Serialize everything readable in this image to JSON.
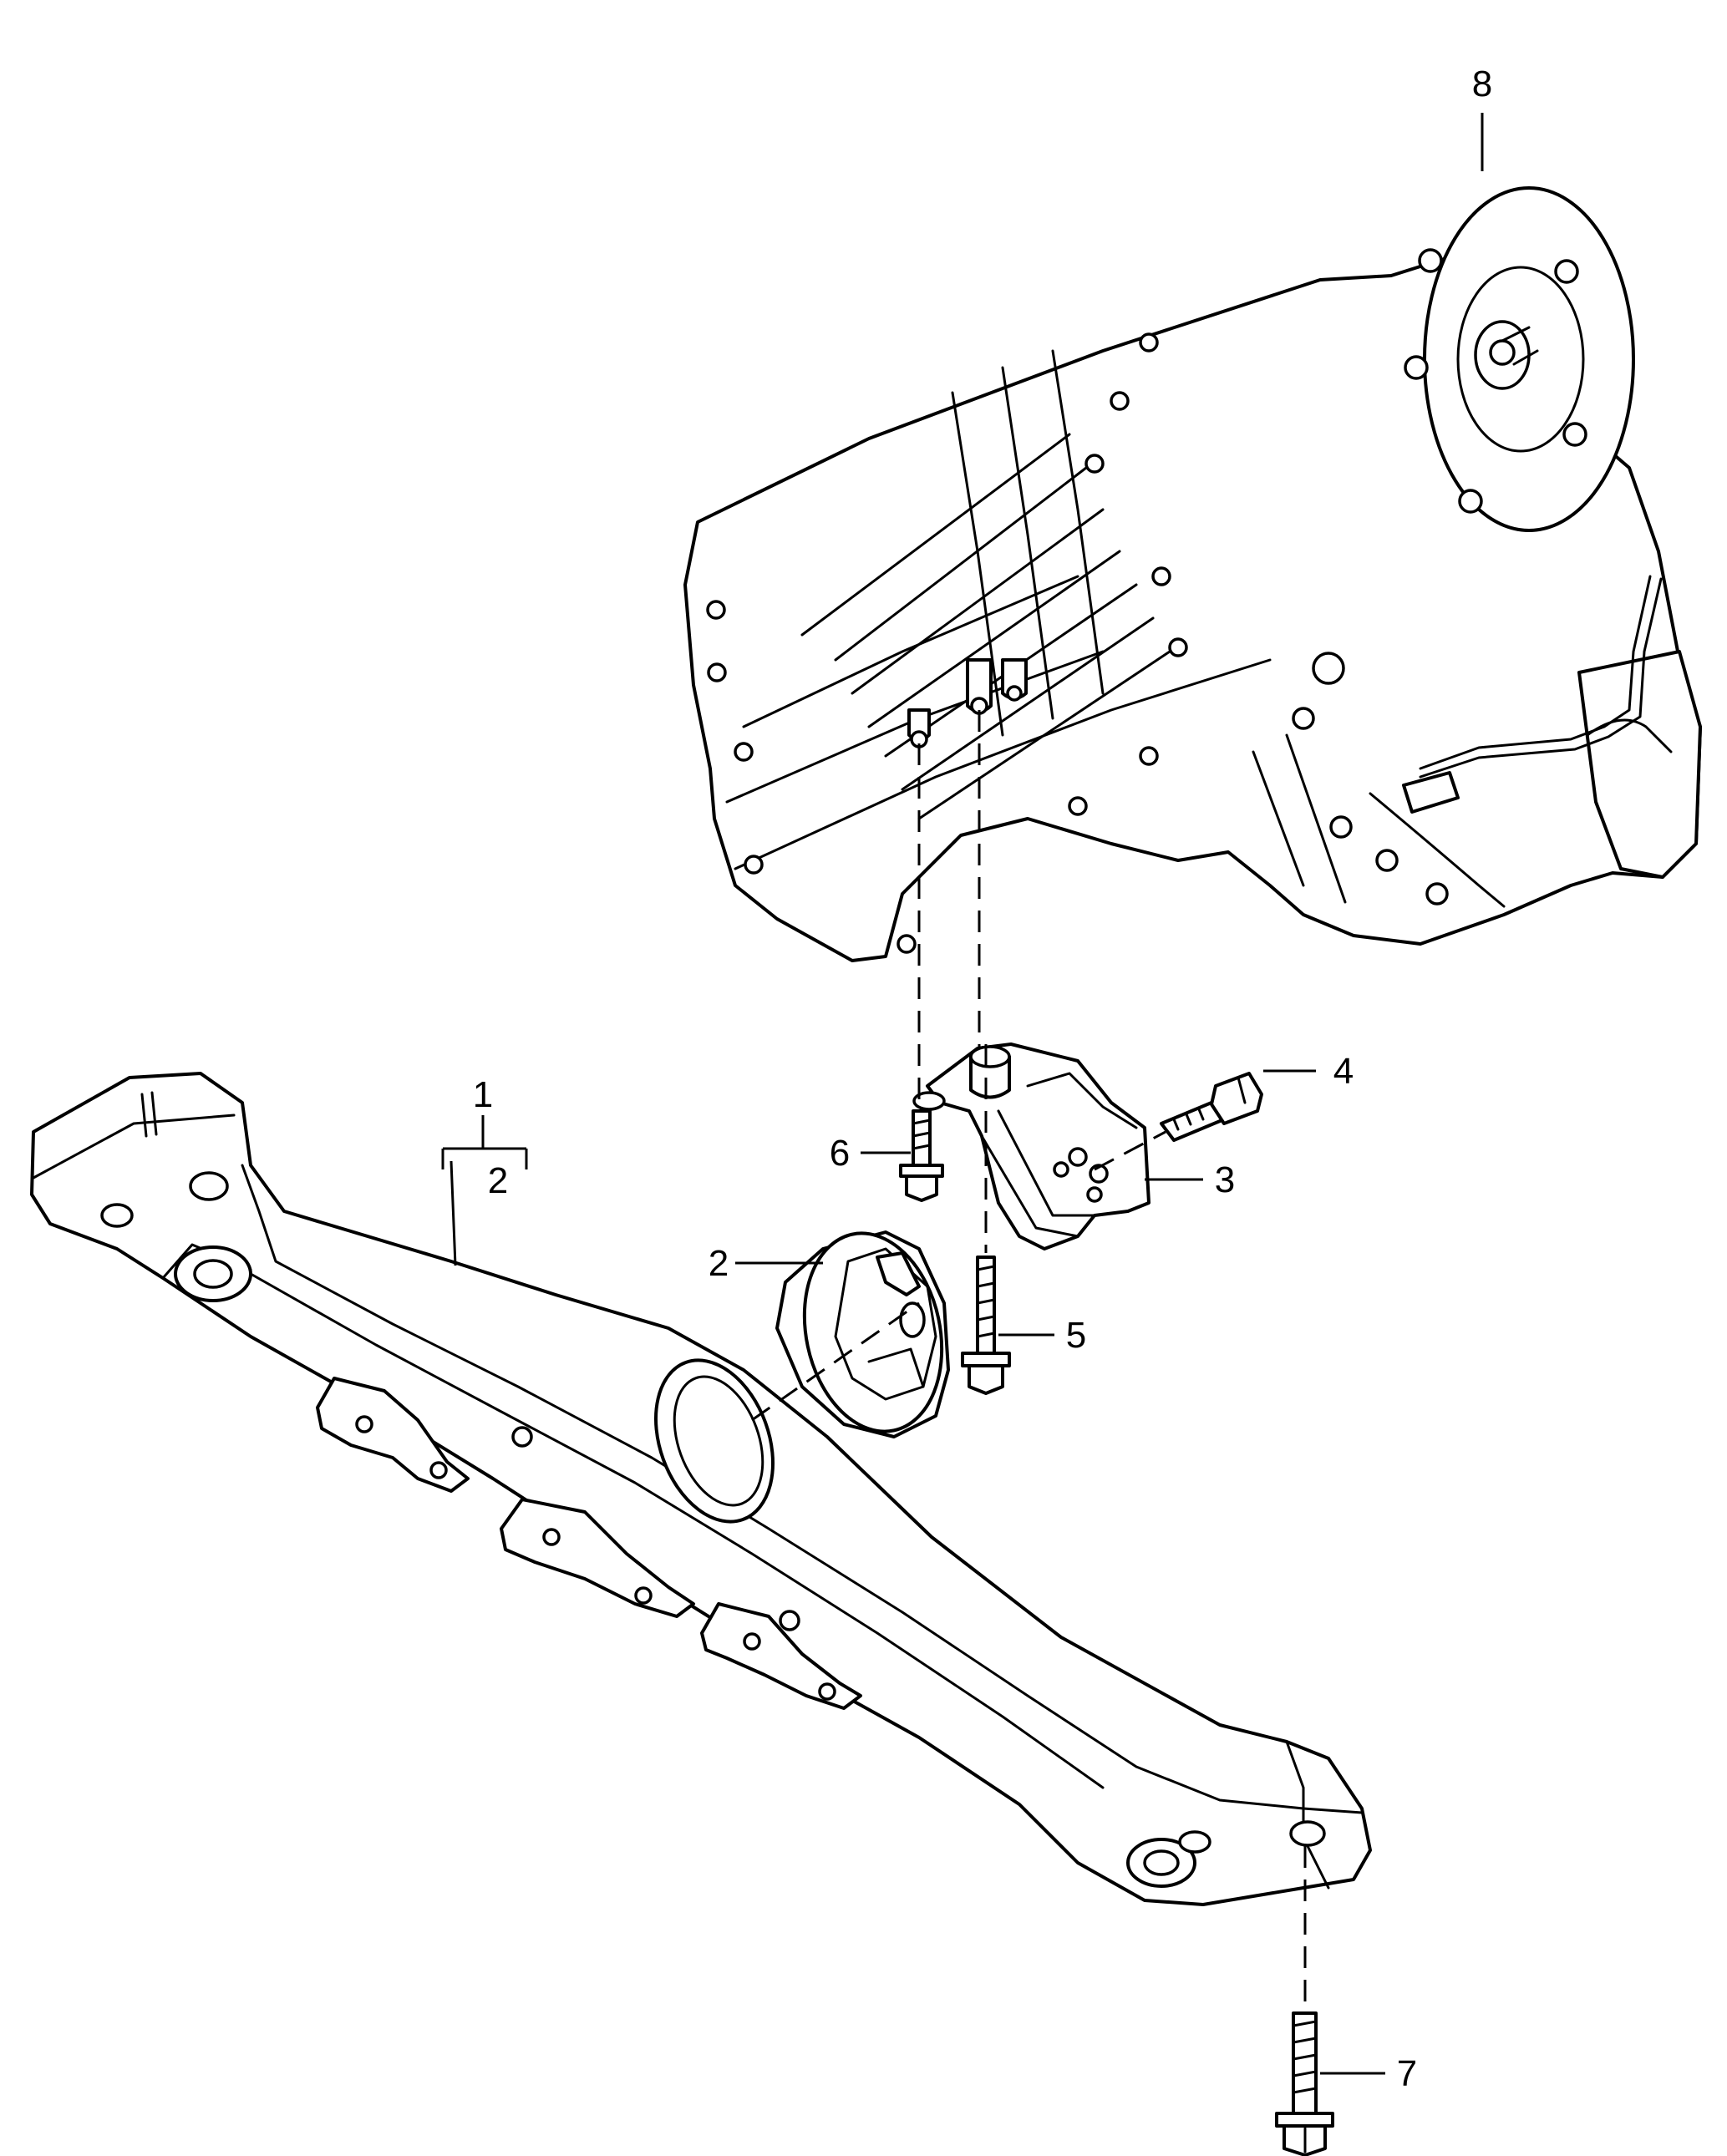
{
  "diagram": {
    "colors": {
      "line": "#000000",
      "background": "#ffffff"
    },
    "callouts": {
      "c1": "1",
      "c1_sub": "2",
      "c2": "2",
      "c3": "3",
      "c4": "4",
      "c5": "5",
      "c6": "6",
      "c7": "7",
      "c8": "8"
    },
    "parts": [
      {
        "id": "1",
        "name": "crossmember"
      },
      {
        "id": "2",
        "name": "rubber mount"
      },
      {
        "id": "3",
        "name": "transmission bracket"
      },
      {
        "id": "4",
        "name": "bolt"
      },
      {
        "id": "5",
        "name": "bolt"
      },
      {
        "id": "6",
        "name": "bolt"
      },
      {
        "id": "7",
        "name": "bolt"
      },
      {
        "id": "8",
        "name": "transmission"
      }
    ]
  }
}
